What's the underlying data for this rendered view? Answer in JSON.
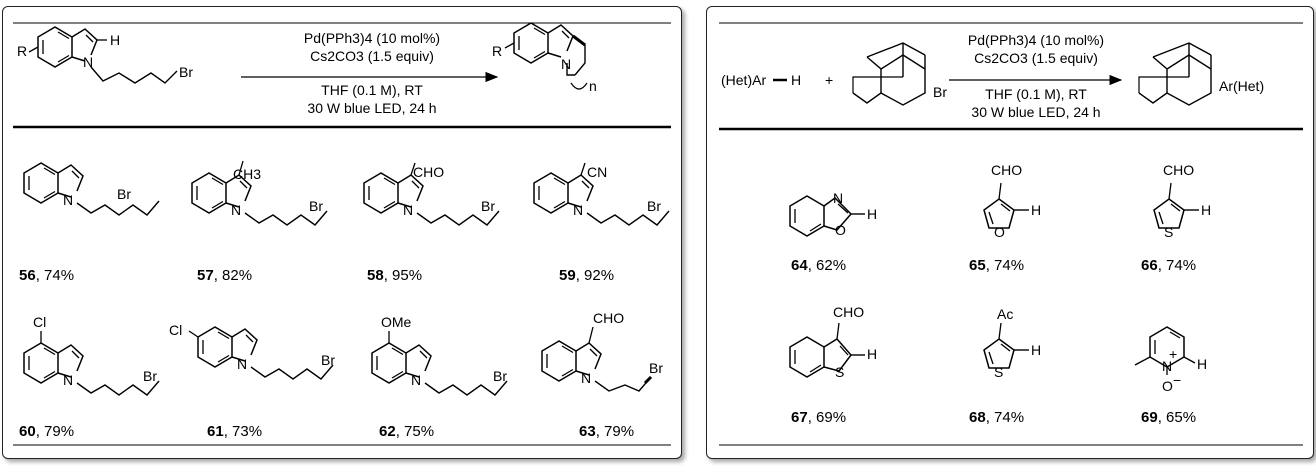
{
  "left_panel": {
    "conditions": {
      "line1": "Pd(PPh3)4 (10 mol%)",
      "line2": "Cs2CO3 (1.5 equiv)",
      "line3": "THF (0.1 M), RT",
      "line4": "30 W blue LED, 24 h"
    },
    "substrate_labels": {
      "r": "R",
      "h": "H",
      "n": "N",
      "br": "Br"
    },
    "product_labels": {
      "r": "R",
      "n": "N",
      "index": "n"
    },
    "compounds": [
      {
        "number": "56",
        "yield": ", 74%",
        "substituent": ""
      },
      {
        "number": "57",
        "yield": ", 82%",
        "substituent": "CH3"
      },
      {
        "number": "58",
        "yield": ", 95%",
        "substituent": "CHO"
      },
      {
        "number": "59",
        "yield": ", 92%",
        "substituent": "CN"
      },
      {
        "number": "60",
        "yield": ", 79%",
        "substituent": "Cl"
      },
      {
        "number": "61",
        "yield": ", 73%",
        "substituent": "Cl"
      },
      {
        "number": "62",
        "yield": ", 75%",
        "substituent": "OMe"
      },
      {
        "number": "63",
        "yield": ", 79%",
        "substituent": "CHO"
      }
    ]
  },
  "right_panel": {
    "conditions": {
      "line1": "Pd(PPh3)4 (10 mol%)",
      "line2": "Cs2CO3 (1.5 equiv)",
      "line3": "THF (0.1 M), RT",
      "line4": "30 W blue LED, 24 h"
    },
    "reactant": "(Het)Ar",
    "reactant_h": "H",
    "plus": "+",
    "adamantyl_br": "Br",
    "product_group": "Ar(Het)",
    "compounds": [
      {
        "number": "64",
        "yield": ", 62%",
        "labels": [
          "N",
          "O",
          "H"
        ]
      },
      {
        "number": "65",
        "yield": ", 74%",
        "labels": [
          "CHO",
          "O",
          "H"
        ]
      },
      {
        "number": "66",
        "yield": ", 74%",
        "labels": [
          "CHO",
          "S",
          "H"
        ]
      },
      {
        "number": "67",
        "yield": ", 69%",
        "labels": [
          "CHO",
          "S",
          "H"
        ]
      },
      {
        "number": "68",
        "yield": ", 74%",
        "labels": [
          "Ac",
          "S",
          "H"
        ]
      },
      {
        "number": "69",
        "yield": ", 65%",
        "labels": [
          "N",
          "O",
          "H",
          "+",
          "−"
        ]
      }
    ]
  }
}
